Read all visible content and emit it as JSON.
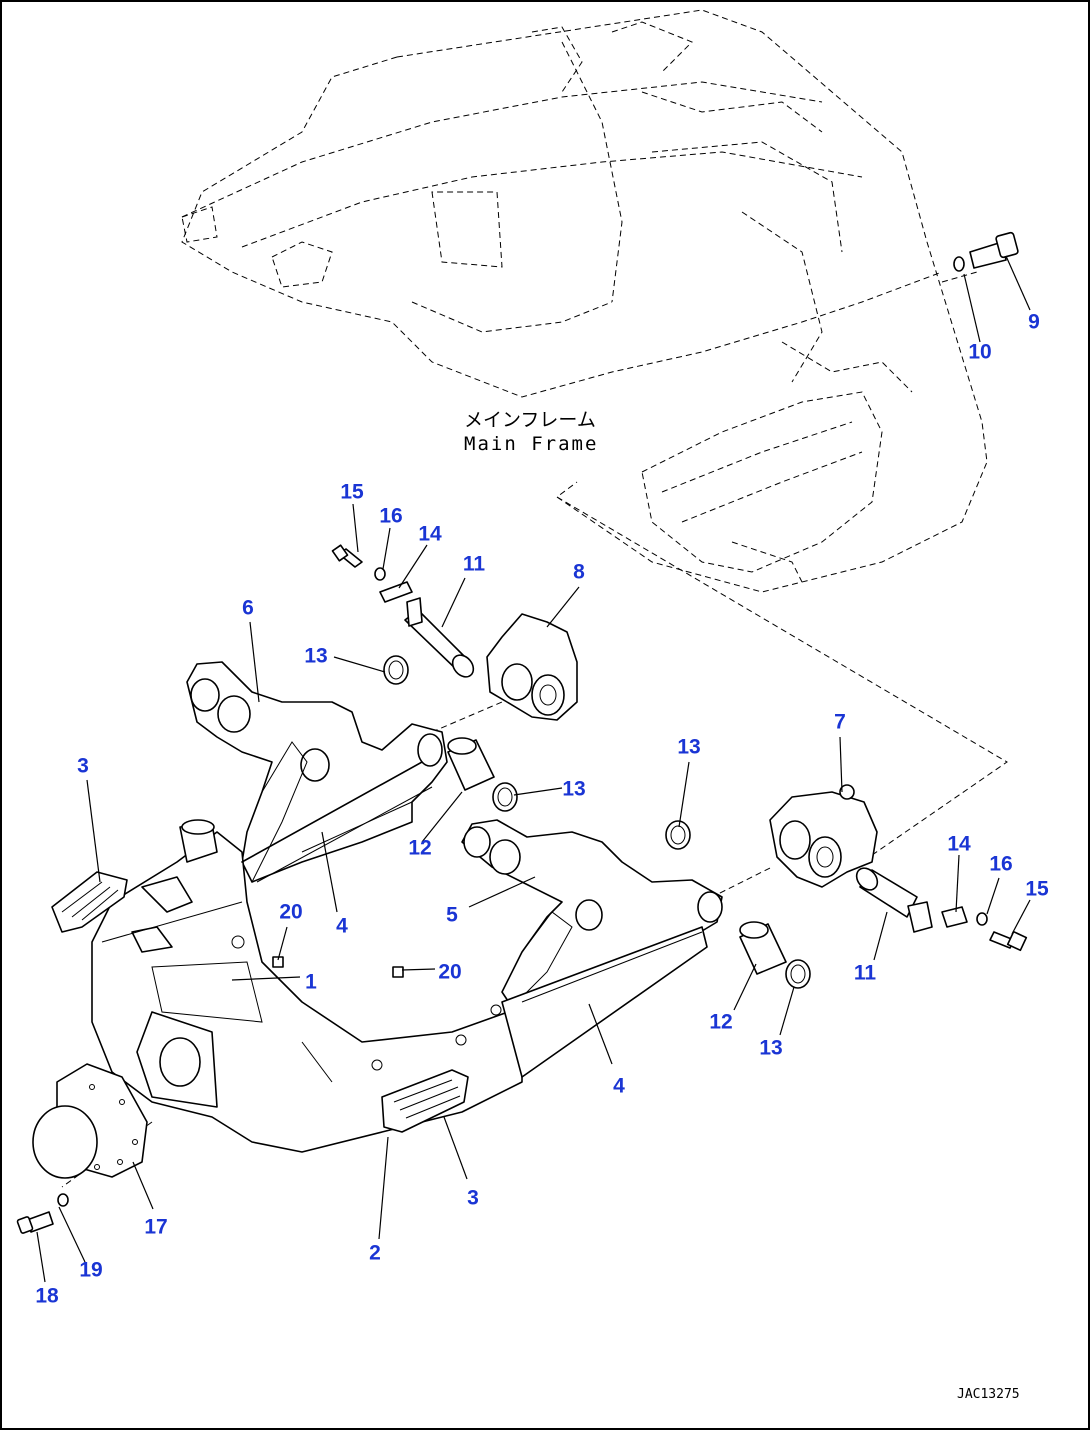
{
  "frame_label": {
    "japanese": "メインフレーム",
    "english": "Main Frame"
  },
  "figure_id": "JAC13275",
  "callouts": {
    "c1": "1",
    "c2": "2",
    "c3a": "3",
    "c3b": "3",
    "c4a": "4",
    "c4b": "4",
    "c5": "5",
    "c6": "6",
    "c7": "7",
    "c8": "8",
    "c9": "9",
    "c10": "10",
    "c11a": "11",
    "c11b": "11",
    "c12a": "12",
    "c12b": "12",
    "c13a": "13",
    "c13b": "13",
    "c13c": "13",
    "c13d": "13",
    "c14a": "14",
    "c14b": "14",
    "c15a": "15",
    "c15b": "15",
    "c16a": "16",
    "c16b": "16",
    "c17": "17",
    "c18": "18",
    "c19": "19",
    "c20a": "20",
    "c20b": "20"
  },
  "colors": {
    "callout": "#1a35d4",
    "line": "#000000",
    "background": "#ffffff"
  }
}
